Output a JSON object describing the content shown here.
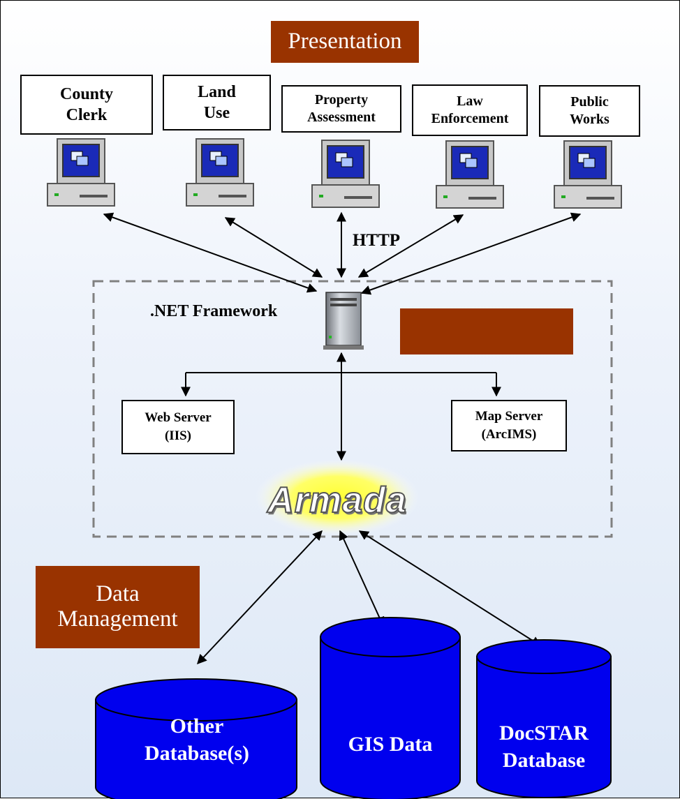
{
  "layers": {
    "presentation": "Presentation",
    "middle": "",
    "data_line1": "Data",
    "data_line2": "Management"
  },
  "clients": [
    {
      "line1": "County",
      "line2": "Clerk"
    },
    {
      "line1": "Land",
      "line2": "Use"
    },
    {
      "line1": "Property",
      "line2": "Assessment"
    },
    {
      "line1": "Law",
      "line2": "Enforcement"
    },
    {
      "line1": "Public",
      "line2": "Works"
    }
  ],
  "protocol_label": "HTTP",
  "framework_label": ".NET Framework",
  "servers": [
    {
      "line1": "Web Server",
      "line2": "(IIS)"
    },
    {
      "line1": "Map Server",
      "line2": "(ArcIMS)"
    }
  ],
  "logo_text": "Armada",
  "databases": [
    {
      "line1": "Other",
      "line2": "Database(s)"
    },
    {
      "line1": "GIS Data",
      "line2": ""
    },
    {
      "line1": "DocSTAR",
      "line2": "Database"
    }
  ],
  "colors": {
    "layer_box": "#993300",
    "database": "#0000ee",
    "logo_glow": "#ffff33",
    "dashed_border": "#808080"
  }
}
